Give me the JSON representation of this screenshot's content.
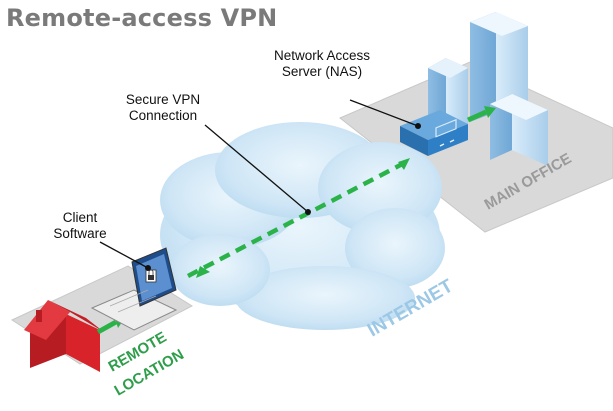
{
  "title": "Remote-access VPN",
  "labels": {
    "nas_line1": "Network Access",
    "nas_line2": "Server (NAS)",
    "vpn_line1": "Secure VPN",
    "vpn_line2": "Connection",
    "client_line1": "Client",
    "client_line2": "Software",
    "internet": "INTERNET",
    "main_office": "MAIN OFFICE",
    "remote_line1": "REMOTE",
    "remote_line2": "LOCATION"
  },
  "colors": {
    "cloud": "#cfe6f6",
    "tunnel_green": "#2bb34a",
    "house_red": "#d9232b",
    "server_blue": "#a9cdea",
    "nas_blue": "#2f7fc6",
    "platform_gray": "#d9d9d9",
    "title_gray": "#7a7a7a",
    "internet_text": "#9cc8e6",
    "main_office_text": "#9a9a9a",
    "remote_text": "#2e9e4a"
  }
}
